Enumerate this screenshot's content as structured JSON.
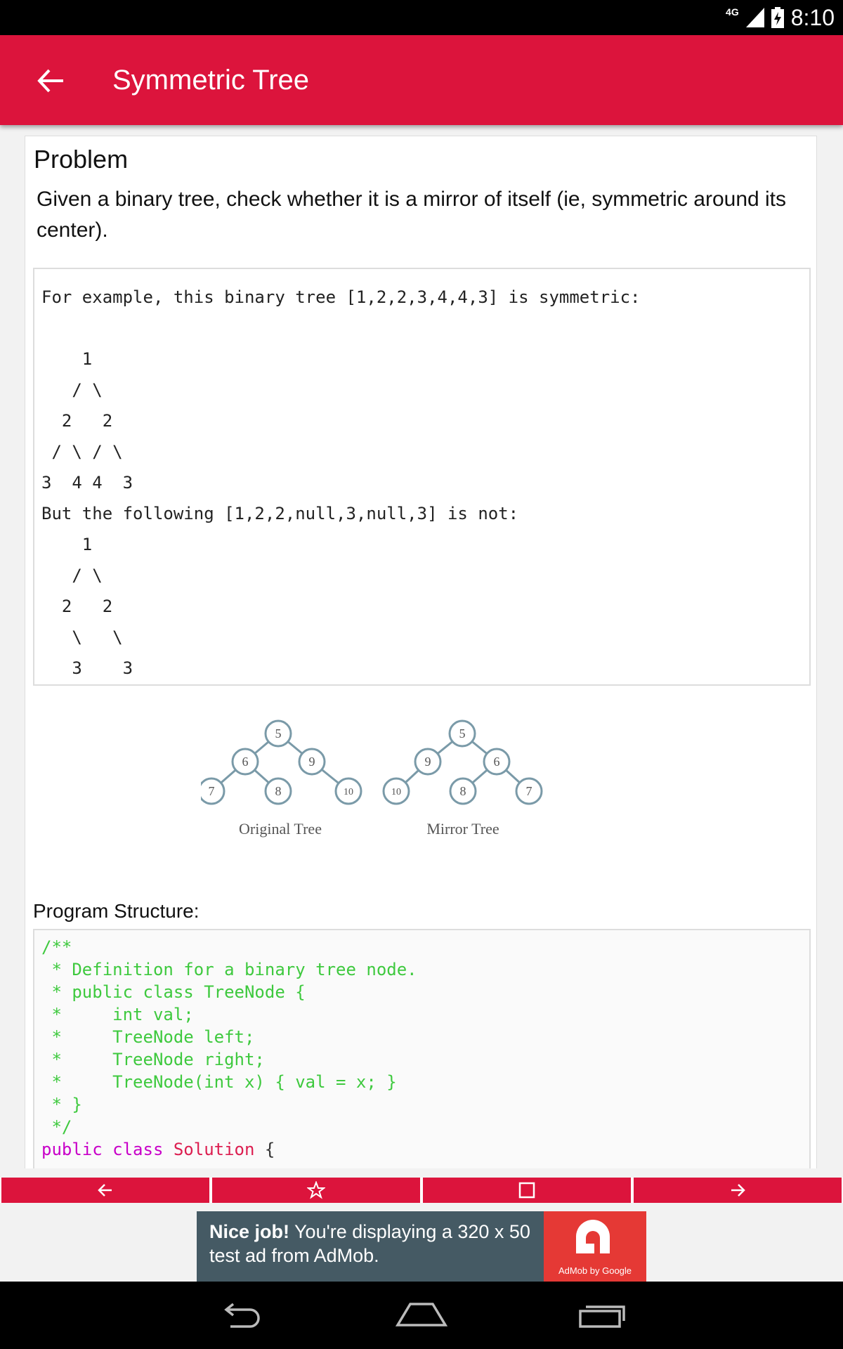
{
  "status_bar": {
    "network": "4G",
    "time": "8:10"
  },
  "app_bar": {
    "title": "Symmetric Tree",
    "back_icon": "arrow-left-icon"
  },
  "problem": {
    "heading": "Problem",
    "description": "Given a binary tree, check whether it is a mirror of itself (ie, symmetric around its center)."
  },
  "example": {
    "lines": [
      "For example, this binary tree [1,2,2,3,4,4,3] is symmetric:",
      "",
      "    1",
      "   / \\",
      "  2   2",
      " / \\ / \\",
      "3  4 4  3",
      "But the following [1,2,2,null,3,null,3] is not:",
      "    1",
      "   / \\",
      "  2   2",
      "   \\   \\",
      "   3    3"
    ]
  },
  "trees_figure": {
    "original": {
      "caption": "Original Tree",
      "root": "5",
      "left": "6",
      "right": "9",
      "ll": "7",
      "lr": "8",
      "rr": "10"
    },
    "mirror": {
      "caption": "Mirror Tree",
      "root": "5",
      "left": "9",
      "right": "6",
      "ll": "10",
      "rl": "8",
      "rr": "7"
    }
  },
  "program": {
    "label": "Program Structure:",
    "comment_lines": [
      "/**",
      " * Definition for a binary tree node.",
      " * public class TreeNode {",
      " *     int val;",
      " *     TreeNode left;",
      " *     TreeNode right;",
      " *     TreeNode(int x) { val = x; }",
      " * }",
      " */"
    ],
    "class_keyword": "public class",
    "class_name": "Solution",
    "class_brace": "{"
  },
  "bottom_nav": {
    "icons": [
      "arrow-left-icon",
      "star-icon",
      "square-icon",
      "arrow-right-icon"
    ]
  },
  "ad": {
    "bold": "Nice job!",
    "text": " You're displaying a 320 x 50 test ad from AdMob.",
    "brand": "AdMob by Google"
  },
  "colors": {
    "primary": "#dc143c",
    "comment": "#3ec93e",
    "keyword": "#c800c8",
    "class_name": "#dc1e50"
  }
}
